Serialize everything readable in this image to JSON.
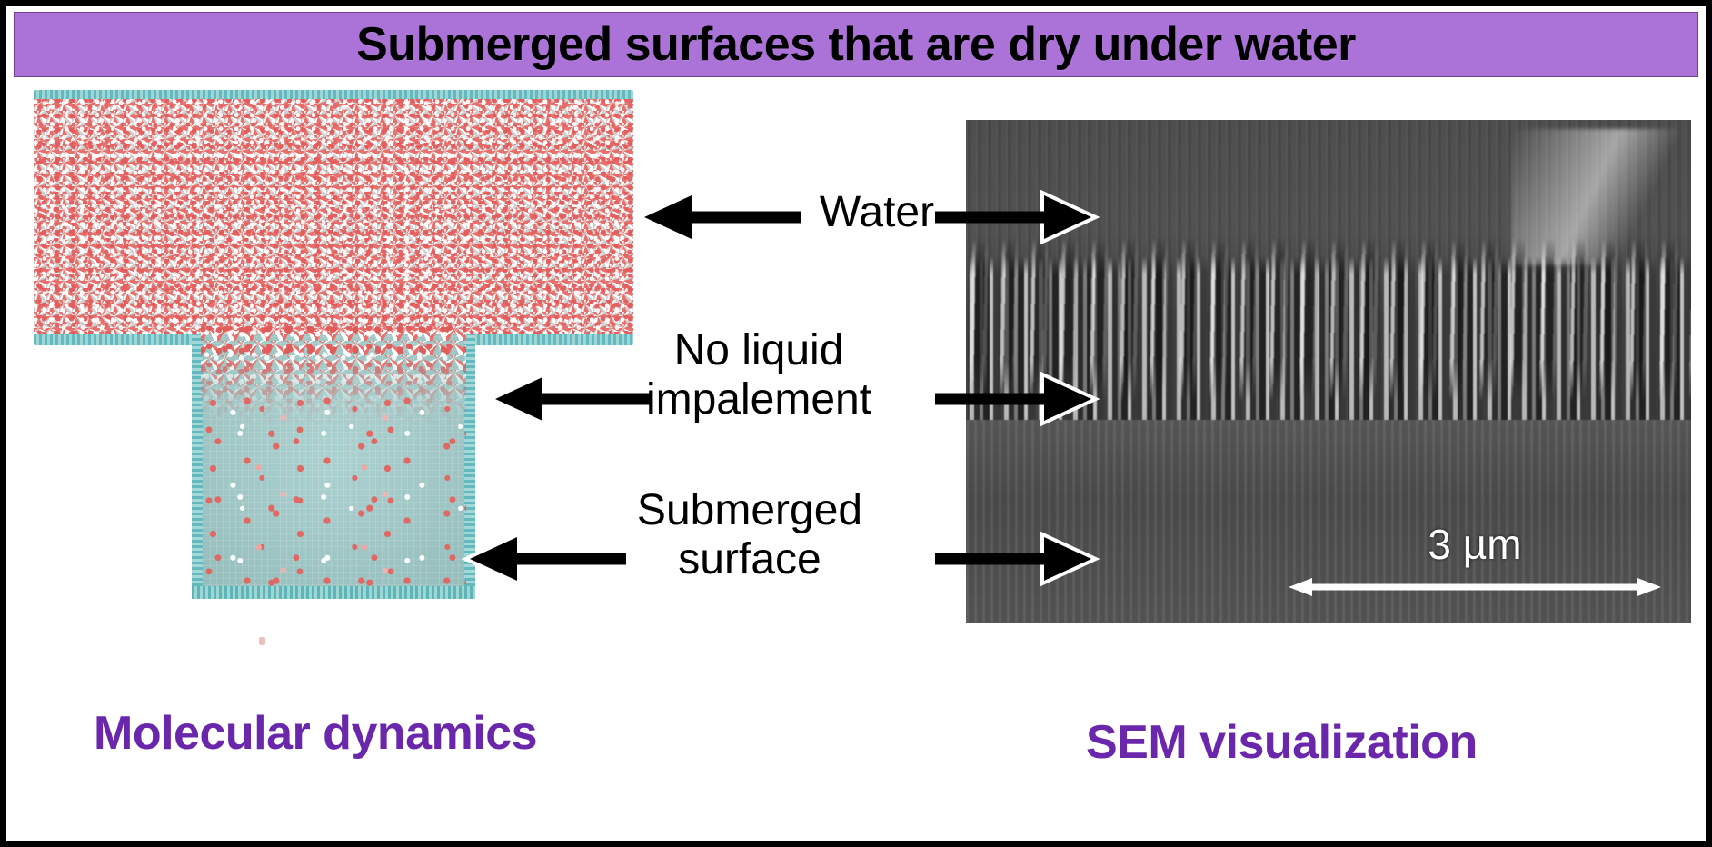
{
  "figure": {
    "title": "Submerged surfaces that are dry under water",
    "banner_color": "#ab73d8",
    "caption_color": "#6a27ab",
    "border_color": "#000000"
  },
  "panels": {
    "left": {
      "caption": "Molecular dynamics",
      "kind": "molecular-dynamics-snapshot",
      "regions": {
        "bulk_water": "dense red-and-white water molecules",
        "cavity": "teal solid groove containing only sparse vapour molecules",
        "substrate": "teal atomic substrate rows"
      }
    },
    "right": {
      "caption": "SEM visualization",
      "kind": "scanning-electron-micrograph",
      "scale_bar": {
        "label": "3 µm",
        "arrow": "double-headed"
      }
    }
  },
  "annotations": [
    {
      "id": "water",
      "label": "Water",
      "left_arrow": true,
      "right_arrow": true
    },
    {
      "id": "no-impalement",
      "label": "No liquid\nimpalement",
      "left_arrow": true,
      "right_arrow": true
    },
    {
      "id": "submerged-surface",
      "label": "Submerged\nsurface",
      "left_arrow": true,
      "right_arrow": true
    }
  ]
}
